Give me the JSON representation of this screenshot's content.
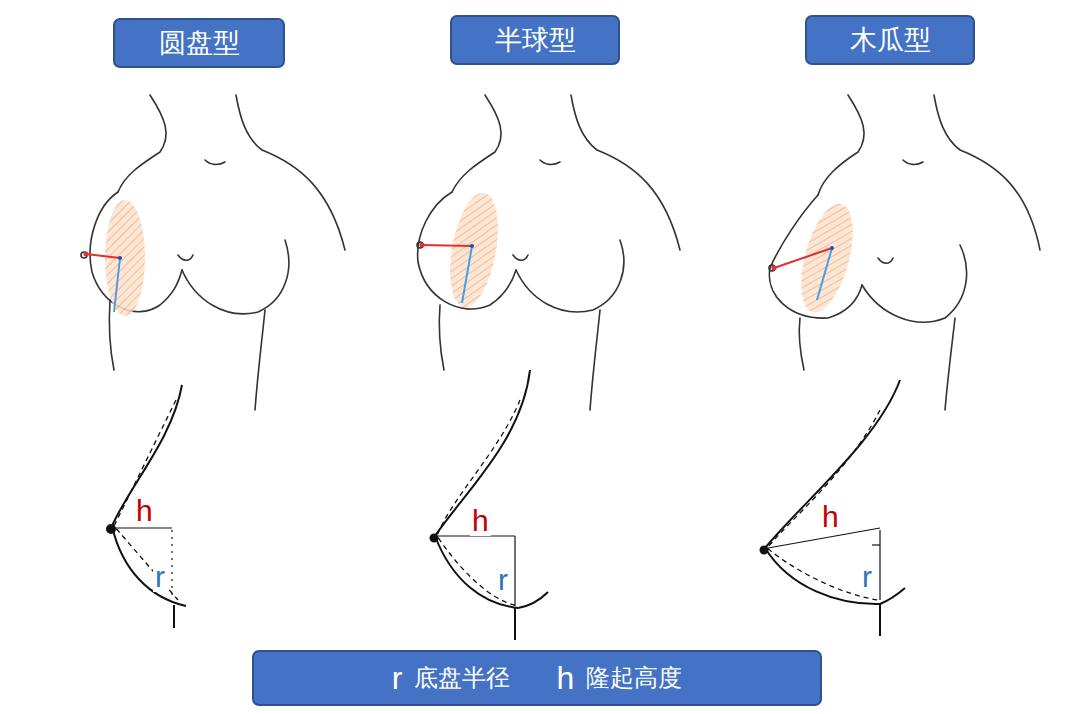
{
  "diagram": {
    "nodes": [
      {
        "text": [
          "圆盘型"
        ]
      },
      {
        "text": [
          "半球型"
        ]
      },
      {
        "text": [
          "木瓜型"
        ]
      },
      {
        "text": [
          "r",
          "底盘半径",
          "h",
          "隆起高度"
        ]
      }
    ],
    "labels": [
      "h",
      "r",
      "h",
      "r",
      "h",
      "r"
    ]
  }
}
